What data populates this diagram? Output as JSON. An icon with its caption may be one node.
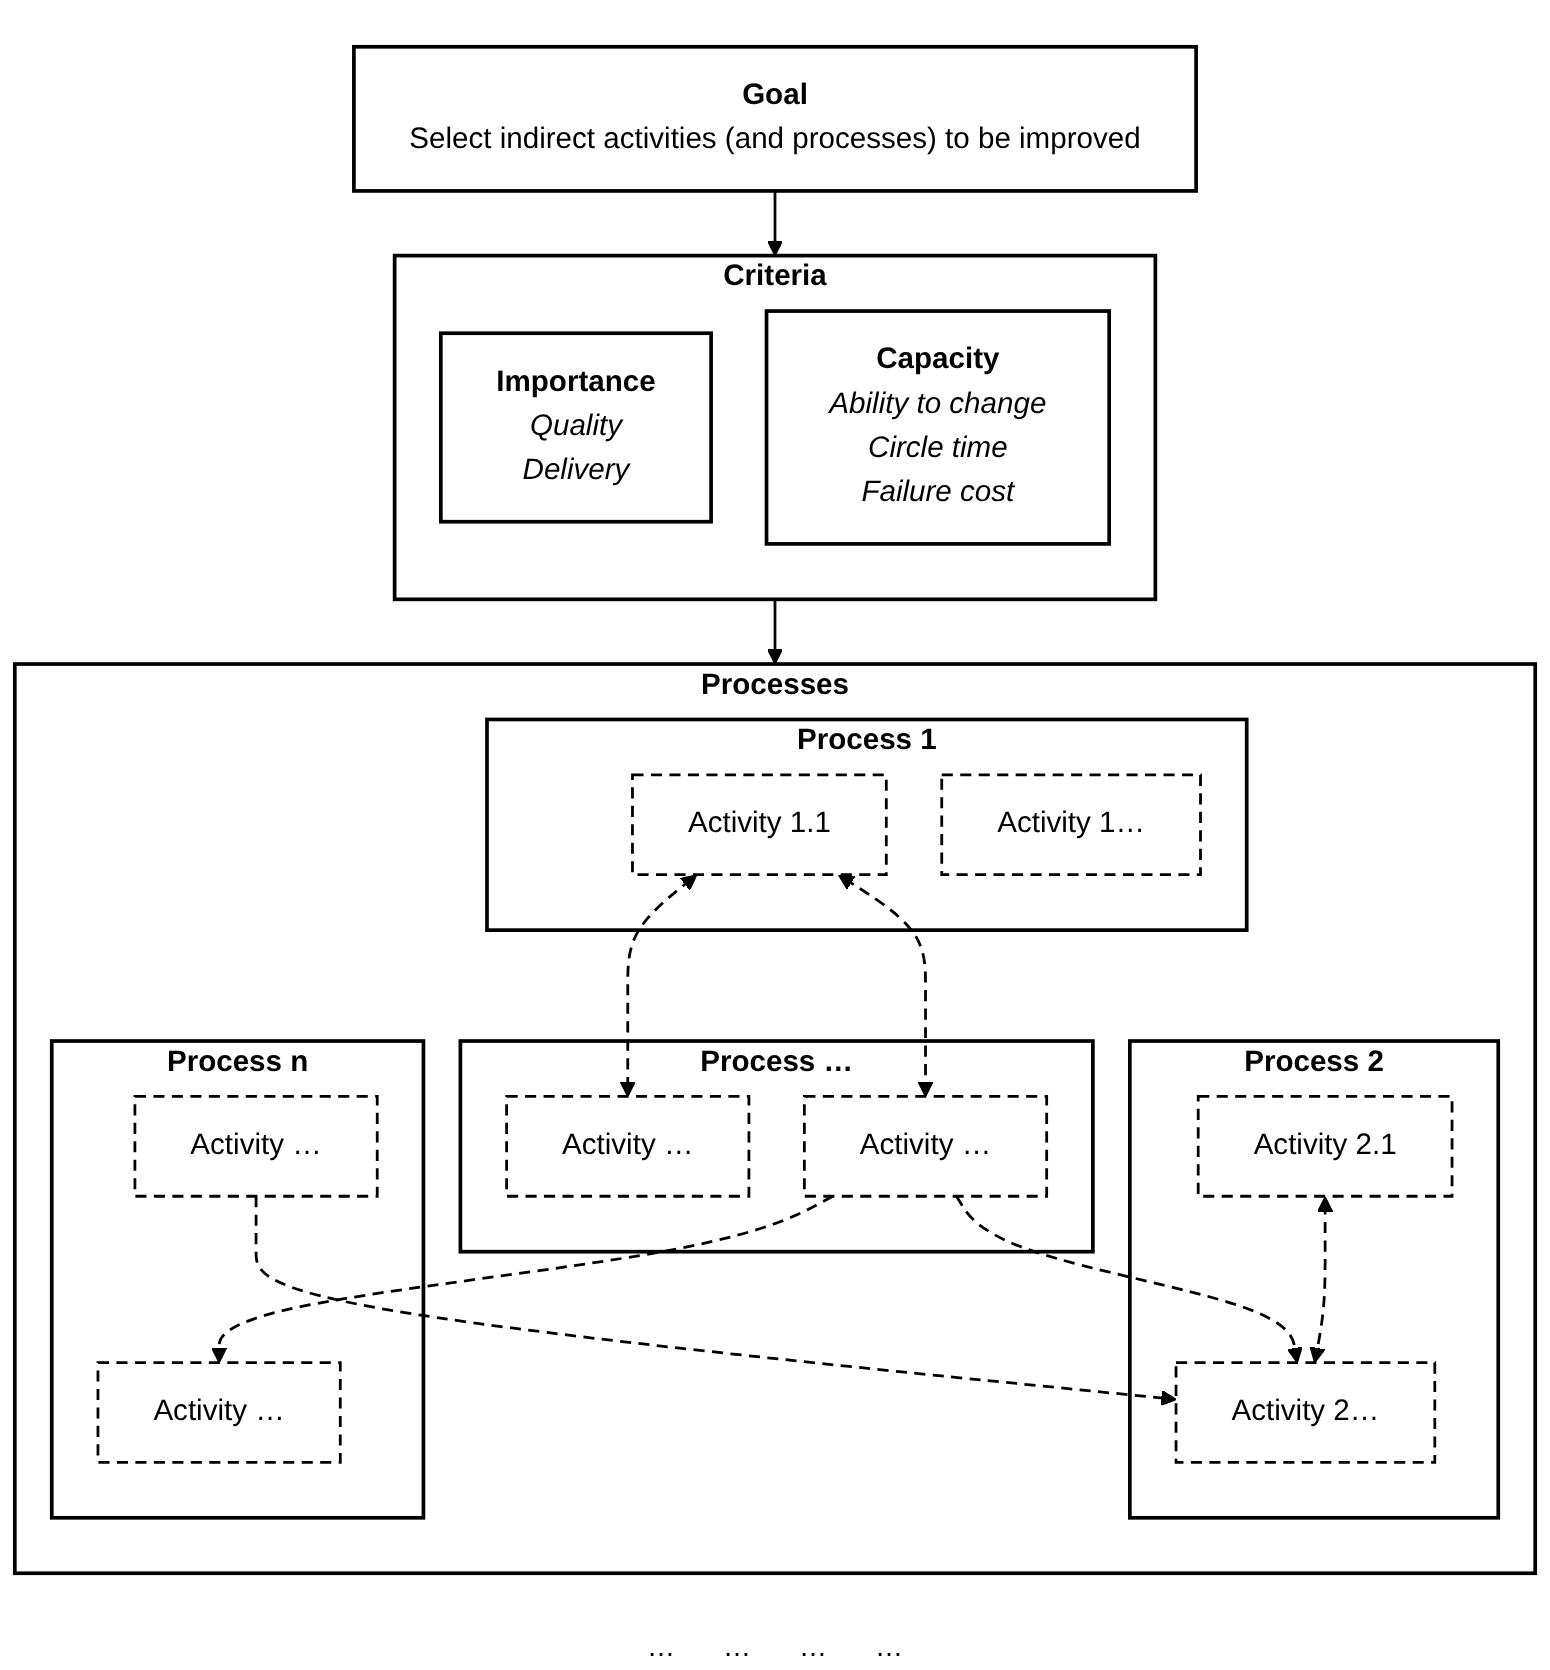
{
  "diagram": {
    "nodes": [
      {
        "text": [
          "Goal",
          "Select indirect activities (and processes) to be improved"
        ]
      },
      {
        "text": [
          "Criteria"
        ]
      },
      {
        "text": [
          "Importance",
          "Quality",
          "Delivery"
        ],
        "in": 1
      },
      {
        "text": [
          "Capacity",
          "Ability to change",
          "Circle time",
          "Failure cost"
        ],
        "in": 1
      },
      {
        "text": [
          "Processes"
        ]
      },
      {
        "text": [
          "Process 1"
        ],
        "in": 4
      },
      {
        "text": [
          "Activity 1.1"
        ],
        "in": 5
      },
      {
        "text": [
          "Activity 1…"
        ],
        "in": 5
      },
      {
        "text": [
          "Process 2"
        ],
        "in": 4
      },
      {
        "text": [
          "Activity 2.1"
        ],
        "in": 8
      },
      {
        "text": [
          "Activity 2…"
        ],
        "in": 8
      },
      {
        "text": [
          "Process …"
        ],
        "in": 4
      },
      {
        "text": [
          "Activity …"
        ],
        "in": 11
      },
      {
        "text": [
          "Activity …"
        ],
        "in": 11
      },
      {
        "text": [
          "Process n"
        ],
        "in": 4
      },
      {
        "text": [
          "Activity …"
        ],
        "in": 14
      },
      {
        "text": [
          "Activity …"
        ],
        "in": 14
      }
    ],
    "edges": [
      {
        "from": 0,
        "to": 1,
        "arrow": "to"
      },
      {
        "from": 1,
        "to": 4,
        "arrow": "to"
      },
      {
        "from": 6,
        "to": 12,
        "arrow": "both",
        "style": "dashed"
      },
      {
        "from": 6,
        "to": 13,
        "arrow": "both",
        "style": "dashed"
      },
      {
        "from": 13,
        "to": 10,
        "arrow": "to",
        "style": "dashed"
      },
      {
        "from": 13,
        "to": 16,
        "arrow": "to",
        "style": "dashed"
      },
      {
        "from": 9,
        "to": 10,
        "arrow": "both",
        "style": "dashed"
      },
      {
        "from": 15,
        "to": 10,
        "arrow": "to",
        "style": "dashed"
      }
    ],
    "labels": [
      "…",
      "…",
      "…",
      "…"
    ]
  }
}
